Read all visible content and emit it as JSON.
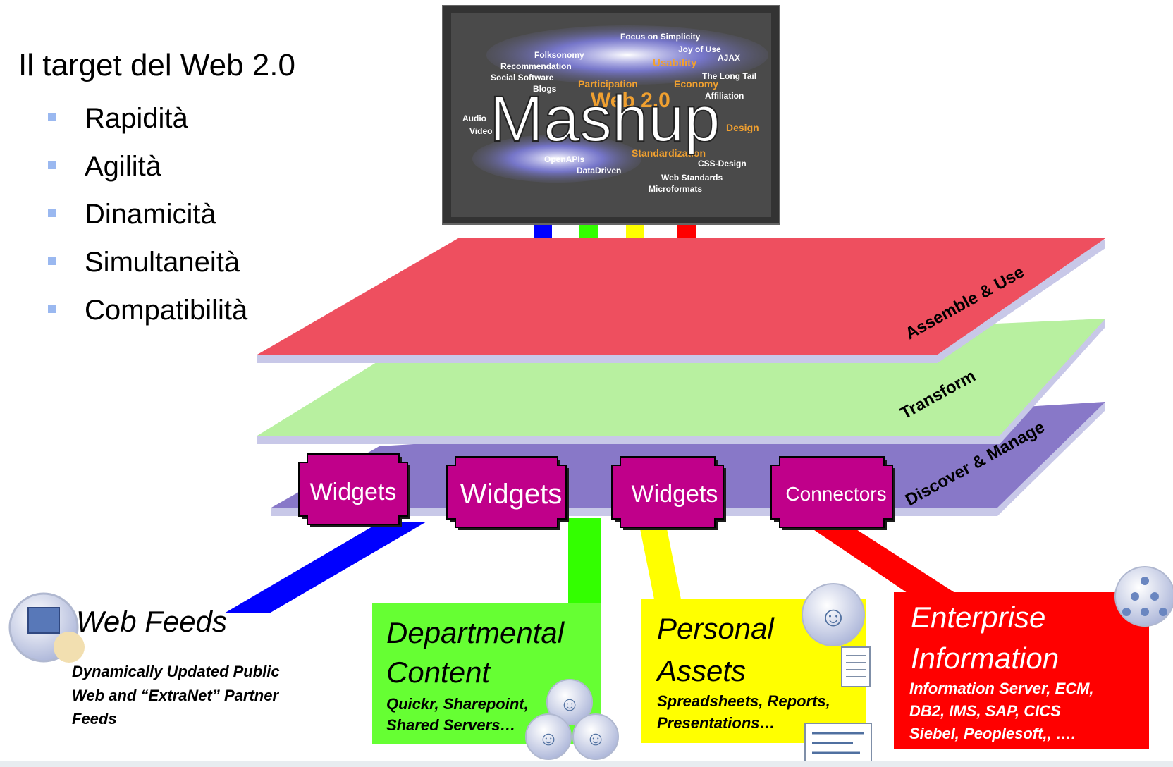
{
  "left_panel": {
    "title": "Il target del Web 2.0",
    "bullets": [
      "Rapidità",
      "Agilità",
      "Dinamicità",
      "Simultaneità",
      "Compatibilità"
    ]
  },
  "mashup": {
    "label": "Mashup",
    "cloud_words": [
      "Focus on Simplicity",
      "Joy of Use",
      "Usability",
      "AJAX",
      "Recommendation",
      "Social Software",
      "Participation",
      "Economy",
      "The Long Tail",
      "Blogs",
      "Affiliation",
      "Audio",
      "Video",
      "Web 2.0",
      "Design",
      "OpenAPIs",
      "DataDriven",
      "Standardization",
      "CSS-Design",
      "Web Standards",
      "Microformats",
      "Folksonomy"
    ]
  },
  "layers": {
    "top": "Assemble & Use",
    "middle": "Transform",
    "bottom": "Discover & Manage"
  },
  "components": [
    "Widgets",
    "Widgets",
    "Widgets",
    "Connectors"
  ],
  "sources": {
    "web_feeds": {
      "title": "Web Feeds",
      "subtitle": [
        "Dynamically Updated Public",
        "Web and “ExtraNet” Partner",
        "Feeds"
      ]
    },
    "departmental": {
      "title": [
        "Departmental",
        "Content"
      ],
      "subtitle": [
        "Quickr, Sharepoint,",
        "Shared Servers…"
      ]
    },
    "personal": {
      "title": [
        "Personal",
        "Assets"
      ],
      "subtitle": [
        "Spreadsheets, Reports,",
        "Presentations…"
      ]
    },
    "enterprise": {
      "title": [
        "Enterprise",
        "Information"
      ],
      "subtitle": [
        "Information Server, ECM,",
        "DB2, IMS, SAP, CICS",
        "Siebel, Peoplesoft,, …."
      ]
    }
  },
  "colors": {
    "layer_top": "#ee4f5f",
    "layer_middle": "#b8f0a0",
    "layer_bottom": "#8878c8",
    "widget": "#c0008a",
    "blue": "#0000ff",
    "green": "#33ff00",
    "yellow": "#ffff00",
    "red": "#ff0000"
  }
}
